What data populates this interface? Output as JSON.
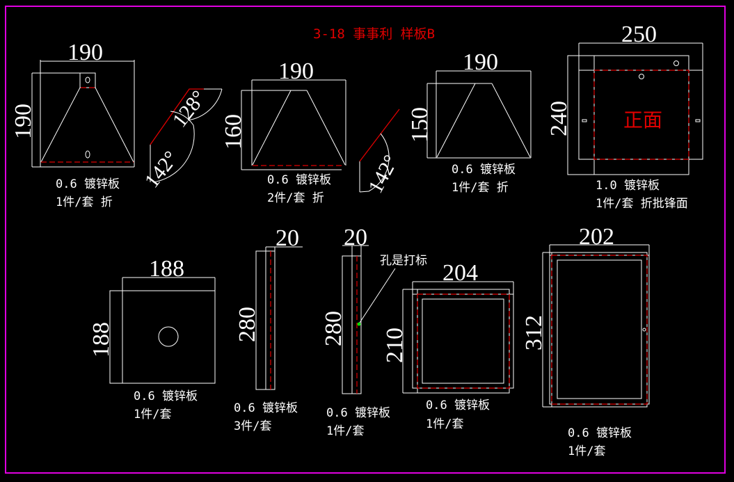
{
  "drawing": {
    "title": "3-18 事事利 样板B",
    "colors": {
      "background": "#000000",
      "lines": "#ffffff",
      "fold_lines": "#e00000",
      "frame": "#e000e0",
      "marker": "#00e000"
    },
    "parts": [
      {
        "id": "part-1",
        "width_dim": "190",
        "height_dim": "190",
        "material": "0.6 镀锌板",
        "qty": "1件/套 折",
        "angles": [
          "128°",
          "142°"
        ]
      },
      {
        "id": "part-2",
        "width_dim": "190",
        "height_dim": "160",
        "material": "0.6 镀锌板",
        "qty": "2件/套 折",
        "angles": [
          "142°"
        ]
      },
      {
        "id": "part-3",
        "width_dim": "190",
        "height_dim": "150",
        "material": "0.6 镀锌板",
        "qty": "1件/套 折"
      },
      {
        "id": "part-4",
        "width_dim": "250",
        "height_dim": "240",
        "material": "1.0 镀锌板",
        "qty": "1件/套 折批锋面",
        "face_label": "正面"
      },
      {
        "id": "part-5",
        "width_dim": "188",
        "height_dim": "188",
        "material": "0.6 镀锌板",
        "qty": "1件/套"
      },
      {
        "id": "part-6",
        "width_dim": "20",
        "height_dim": "280",
        "material": "0.6 镀锌板",
        "qty": "3件/套"
      },
      {
        "id": "part-7",
        "width_dim": "20",
        "height_dim": "280",
        "material": "0.6 镀锌板",
        "qty": "1件/套",
        "annotation": "孔是打标"
      },
      {
        "id": "part-8",
        "width_dim": "204",
        "height_dim": "210",
        "material": "0.6 镀锌板",
        "qty": "1件/套"
      },
      {
        "id": "part-9",
        "width_dim": "202",
        "height_dim": "312",
        "material": "0.6 镀锌板",
        "qty": "1件/套"
      }
    ]
  }
}
